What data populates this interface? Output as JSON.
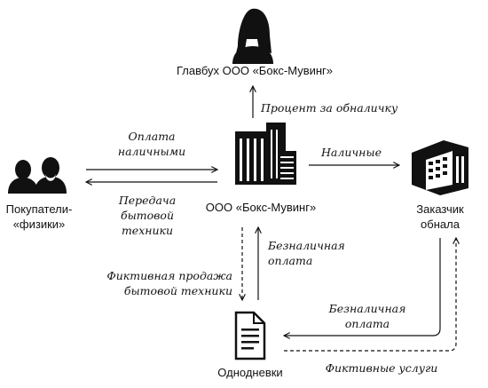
{
  "nodes": {
    "chief_accountant": "Главбух ООО «Бокс-Мувинг»",
    "company": "ООО «Бокс-Мувинг»",
    "buyers_line1": "Покупатели-",
    "buyers_line2": "«физики»",
    "customer_line1": "Заказчик",
    "customer_line2": "обнала",
    "shell_firms": "Однодневки"
  },
  "edges": {
    "percent": "Процент за обналичку",
    "cash_payment_line1": "Оплата",
    "cash_payment_line2": "наличными",
    "transfer_line1": "Передача",
    "transfer_line2": "бытовой",
    "transfer_line3": "техники",
    "cash": "Наличные",
    "cashless1_line1": "Безналичная",
    "cashless1_line2": "оплата",
    "fictitious_sale_line1": "Фиктивная продажа",
    "fictitious_sale_line2": "бытовой техники",
    "cashless2_line1": "Безналичная",
    "cashless2_line2": "оплата",
    "fictitious_services": "Фиктивные услуги"
  },
  "icons": {
    "accountant": "female-person-icon",
    "buyers": "two-people-icon",
    "company": "office-building-icon",
    "customer": "factory-building-icon",
    "shell_firms": "document-icon"
  }
}
